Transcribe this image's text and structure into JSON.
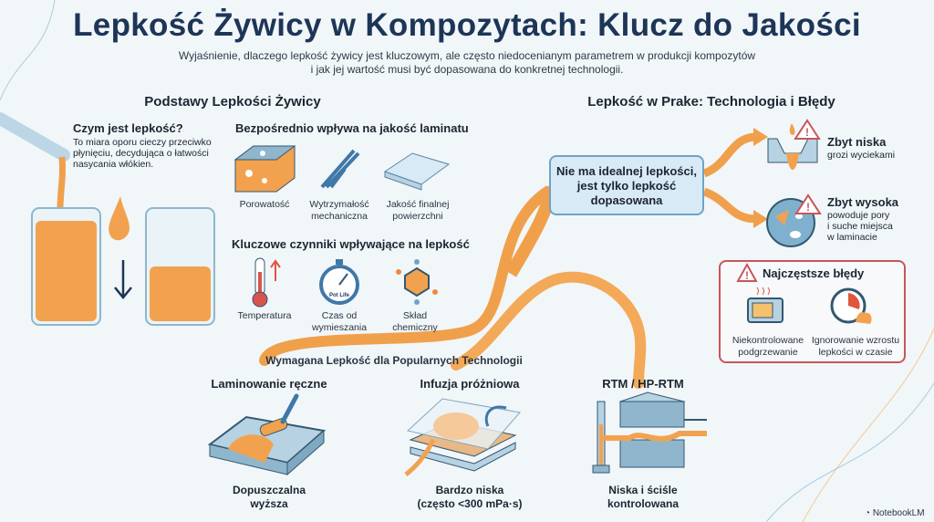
{
  "title": "Lepkość Żywicy w Kompozytach: Klucz do Jakości",
  "subtitle": [
    "Wyjaśnienie, dlaczego lepkość żywicy jest kluczowym, ale często niedocenianym parametrem w produkcji kompozytów",
    "i jak jej wartość musi być dopasowana do konkretnej technologii."
  ],
  "left": {
    "heading": "Podstawy Lepkości Żywicy",
    "what": {
      "title": "Czym jest lepkość?",
      "text": [
        "To miara oporu cieczy przeciwko",
        "płynięciu, decydująca o łatwości",
        "nasycania włókien."
      ]
    },
    "quality": {
      "title": "Bezpośrednio wpływa na jakość laminatu",
      "items": [
        [
          "Porowatość"
        ],
        [
          "Wytrzymałość",
          "mechaniczna"
        ],
        [
          "Jakość finalnej",
          "powierzchni"
        ]
      ]
    },
    "factors": {
      "title": "Kluczowe czynniki wpływające na lepkość",
      "items": [
        [
          "Temperatura"
        ],
        [
          "Czas od",
          "wymieszania"
        ],
        [
          "Skład",
          "chemiczny"
        ]
      ],
      "pot_life": "Pot Life"
    }
  },
  "right": {
    "heading": "Lepkość w Prake: Technologia i Błędy",
    "box": [
      "Nie ma idealnej lepkości,",
      "jest tylko lepkość",
      "dopasowana"
    ],
    "low": {
      "title": "Zbyt niska",
      "text": [
        "grozi wyciekami"
      ]
    },
    "high": {
      "title": "Zbyt wysoka",
      "text": [
        "powoduje pory",
        "i suche miejsca",
        "w laminacie"
      ]
    },
    "errors": {
      "title": "Najczęstsze błędy",
      "items": [
        [
          "Niekontrolowane",
          "podgrzewanie"
        ],
        [
          "Ignorowanie wzrostu",
          "lepkości w czasie"
        ]
      ]
    }
  },
  "bottom": {
    "heading": "Wymagana Lepkość dla Popularnych Technologii",
    "techs": [
      {
        "name": "Laminowanie ręczne",
        "caption": [
          "Dopuszczalna",
          "wyższa"
        ]
      },
      {
        "name": "Infuzja próżniowa",
        "caption": [
          "Bardzo niska",
          "(często <300 mPa·s)"
        ]
      },
      {
        "name": "RTM / HP-RTM",
        "caption": [
          "Niska i ściśle",
          "kontrolowana"
        ]
      }
    ]
  },
  "brand": "NotebookLM",
  "colors": {
    "title": "#1d3557",
    "resin": "#f0a04b",
    "blue": "#6fa3c7",
    "alert": "#c9555a"
  }
}
